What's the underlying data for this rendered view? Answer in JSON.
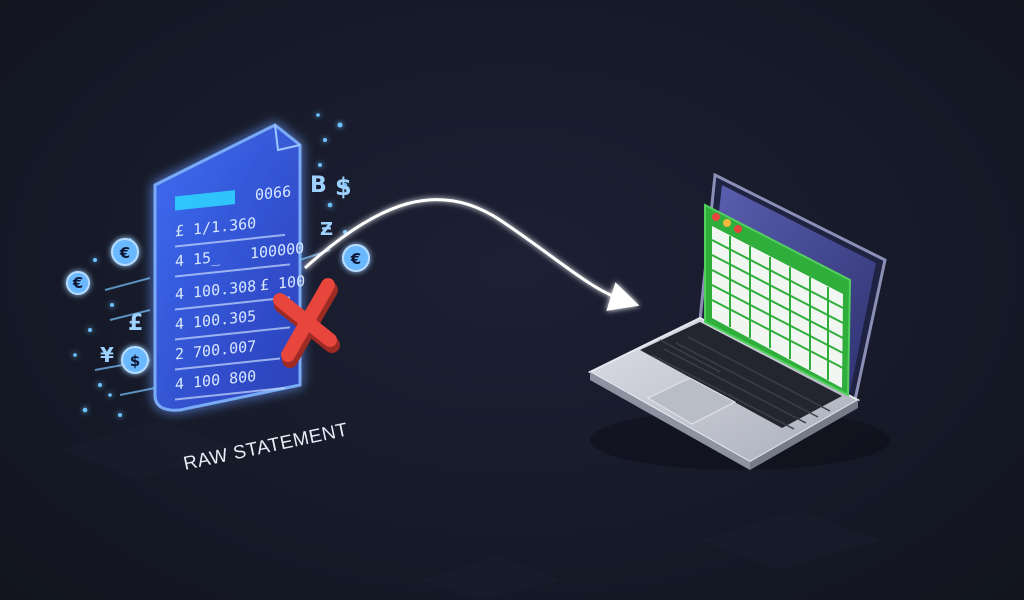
{
  "caption": "RAW STATEMENT",
  "statement": {
    "header_right": "0066",
    "rows": [
      {
        "left": "£ 1/1.360",
        "right": ""
      },
      {
        "left": "4 15_",
        "right": "100000"
      },
      {
        "left": "4 100.308",
        "right": "£ 100"
      },
      {
        "left": "4 100.305",
        "right": ""
      },
      {
        "left": "2 700.007",
        "right": ""
      },
      {
        "left": "4 100 800",
        "right": ""
      }
    ]
  },
  "symbols": {
    "coin_left_top": "€",
    "coin_left_mid": "$",
    "coin_left_small": "€",
    "coin_right": "€",
    "float_pound": "£",
    "float_yen": "¥",
    "float_dollar": "$",
    "float_b": "B",
    "float_z": "Ƶ"
  },
  "colors": {
    "statement_glow": "#3f7bff",
    "reject_x": "#e8453c",
    "arrow": "#ffffff",
    "spreadsheet_green": "#2fae3c",
    "laptop_body": "#c9ccd6"
  }
}
